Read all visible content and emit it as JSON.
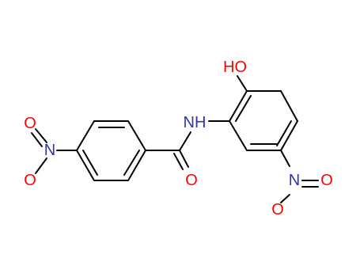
{
  "structure": {
    "atoms": [
      {
        "id": "o_hydroxyl",
        "label": "HO",
        "element": "O"
      },
      {
        "id": "n_amide",
        "label": "NH",
        "element": "N"
      },
      {
        "id": "o_carbonyl",
        "label": "O",
        "element": "O"
      },
      {
        "id": "n_nitro_left",
        "label": "N",
        "element": "N"
      },
      {
        "id": "o_nitro_left_1",
        "label": "O",
        "element": "O"
      },
      {
        "id": "o_nitro_left_2",
        "label": "O",
        "element": "O"
      },
      {
        "id": "n_nitro_right",
        "label": "N",
        "element": "N"
      },
      {
        "id": "o_nitro_right_1",
        "label": "O",
        "element": "O"
      },
      {
        "id": "o_nitro_right_2",
        "label": "O",
        "element": "O"
      }
    ]
  },
  "colors": {
    "bond": "#000000",
    "oxygen": "#ff0000",
    "nitrogen": "#3333aa",
    "background": "#ffffff"
  }
}
